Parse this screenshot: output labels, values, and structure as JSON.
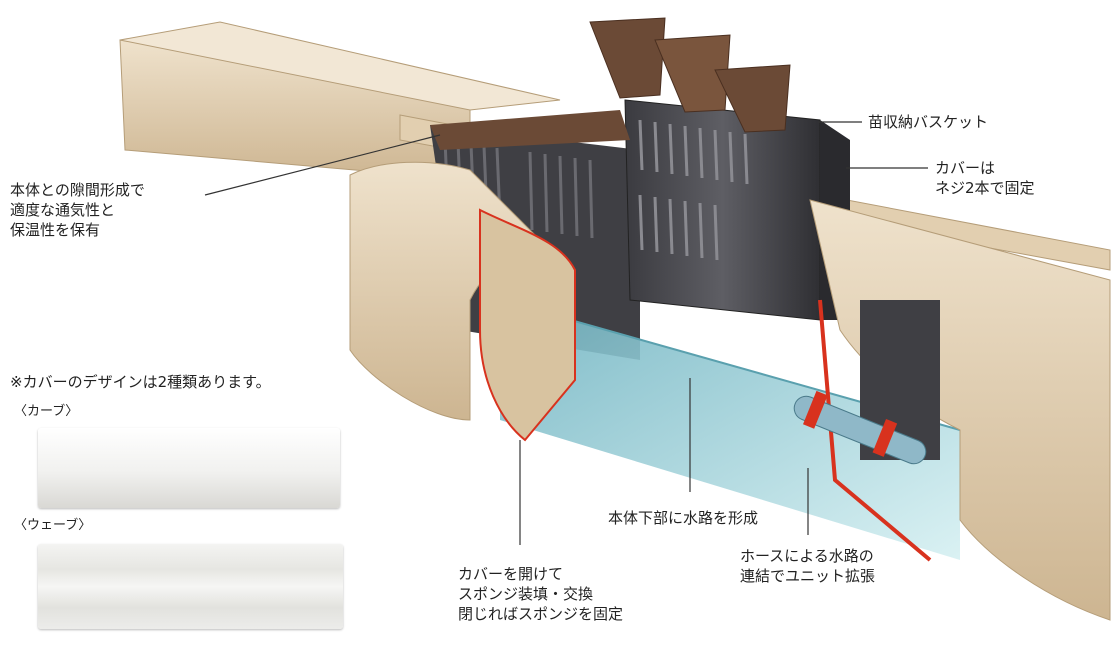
{
  "labels": {
    "gap": [
      "本体との隙間形成で",
      "適度な通気性と",
      "保温性を保有"
    ],
    "basket": "苗収納バスケット",
    "cover_screw": [
      "カバーは",
      "ネジ2本で固定"
    ],
    "waterway": "本体下部に水路を形成",
    "sponge": [
      "カバーを開けて",
      "スポンジ装填・交換",
      "閉じればスポンジを固定"
    ],
    "hose": [
      "ホースによる水路の",
      "連結でユニット拡張"
    ]
  },
  "cover_designs": {
    "note": "※カバーのデザインは2種類あります。",
    "curve": "〈カーブ〉",
    "wave": "〈ウェーブ〉"
  },
  "colors": {
    "cover": "#e8d6bb",
    "cover_shadow": "#c9b18c",
    "basket": "#4a4a4f",
    "soil": "#6b4a36",
    "water": "#9fd3dc",
    "accent_red": "#d8321e"
  }
}
